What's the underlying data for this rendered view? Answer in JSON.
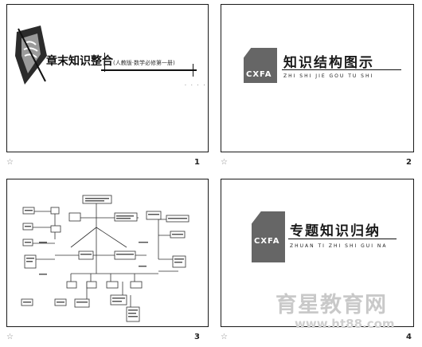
{
  "slides": [
    {
      "number": "1",
      "title": "章末知识整合",
      "subtitle": "(人教版·数学必修第一册)",
      "dots": "· · · ·"
    },
    {
      "number": "2",
      "logo": "CXFA",
      "title": "知识结构图示",
      "pinyin": "ZHI SHI JIE GOU TU SHI"
    },
    {
      "number": "3"
    },
    {
      "number": "4",
      "logo": "CXFA",
      "title": "专题知识归纳",
      "pinyin": "ZHUAN TI ZHI SHI GUI NA"
    }
  ],
  "star_icon": "☆",
  "watermark": {
    "line1": "育星教育网",
    "line2": "www.ht88.com"
  },
  "colors": {
    "logo_gray": "#666666",
    "border": "#1a1a1a",
    "watermark": "#c9c9c9"
  }
}
